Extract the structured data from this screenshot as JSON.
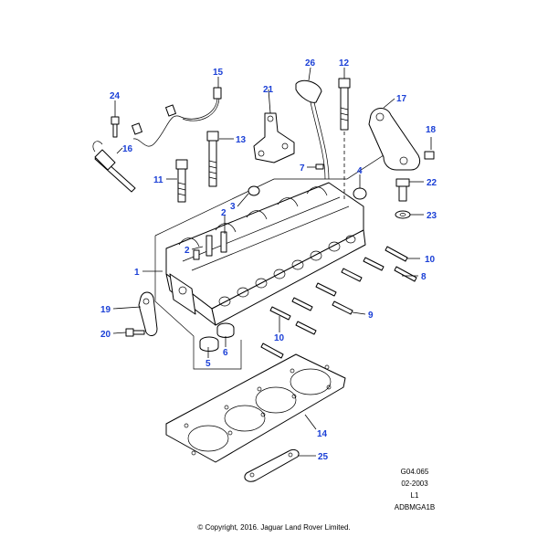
{
  "callouts": {
    "c1": "1",
    "c2a": "2",
    "c2b": "2",
    "c3": "3",
    "c4": "4",
    "c5": "5",
    "c6": "6",
    "c7": "7",
    "c8": "8",
    "c9": "9",
    "c10a": "10",
    "c10b": "10",
    "c11": "11",
    "c12": "12",
    "c13": "13",
    "c14": "14",
    "c15": "15",
    "c16": "16",
    "c17": "17",
    "c18": "18",
    "c19": "19",
    "c20": "20",
    "c21": "21",
    "c22": "22",
    "c23": "23",
    "c24": "24",
    "c25": "25",
    "c26": "26"
  },
  "meta": {
    "ref": "G04.065",
    "date": "02-2003",
    "level": "L1",
    "code": "ADBMGA1B"
  },
  "copyright": "© Copyright, 2016. Jaguar Land Rover Limited.",
  "colors": {
    "callout": "#1a3fd6",
    "line": "#000000"
  }
}
